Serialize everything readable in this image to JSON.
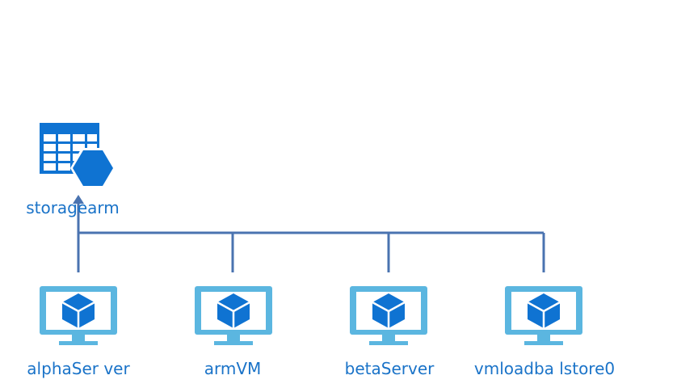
{
  "storage": {
    "label": "storagearm",
    "icon": "storage-table-icon"
  },
  "vms": [
    {
      "label": "alphaSer ver",
      "icon": "virtual-machine-icon"
    },
    {
      "label": "armVM",
      "icon": "virtual-machine-icon"
    },
    {
      "label": "betaServer",
      "icon": "virtual-machine-icon"
    },
    {
      "label": "vmloadba lstore0",
      "icon": "virtual-machine-icon"
    }
  ],
  "colors": {
    "connector": "#4a73b0",
    "monitor": "#5bb6e0",
    "cube": "#0f73d2",
    "table": "#0f73d2",
    "label": "#1a73c8"
  }
}
